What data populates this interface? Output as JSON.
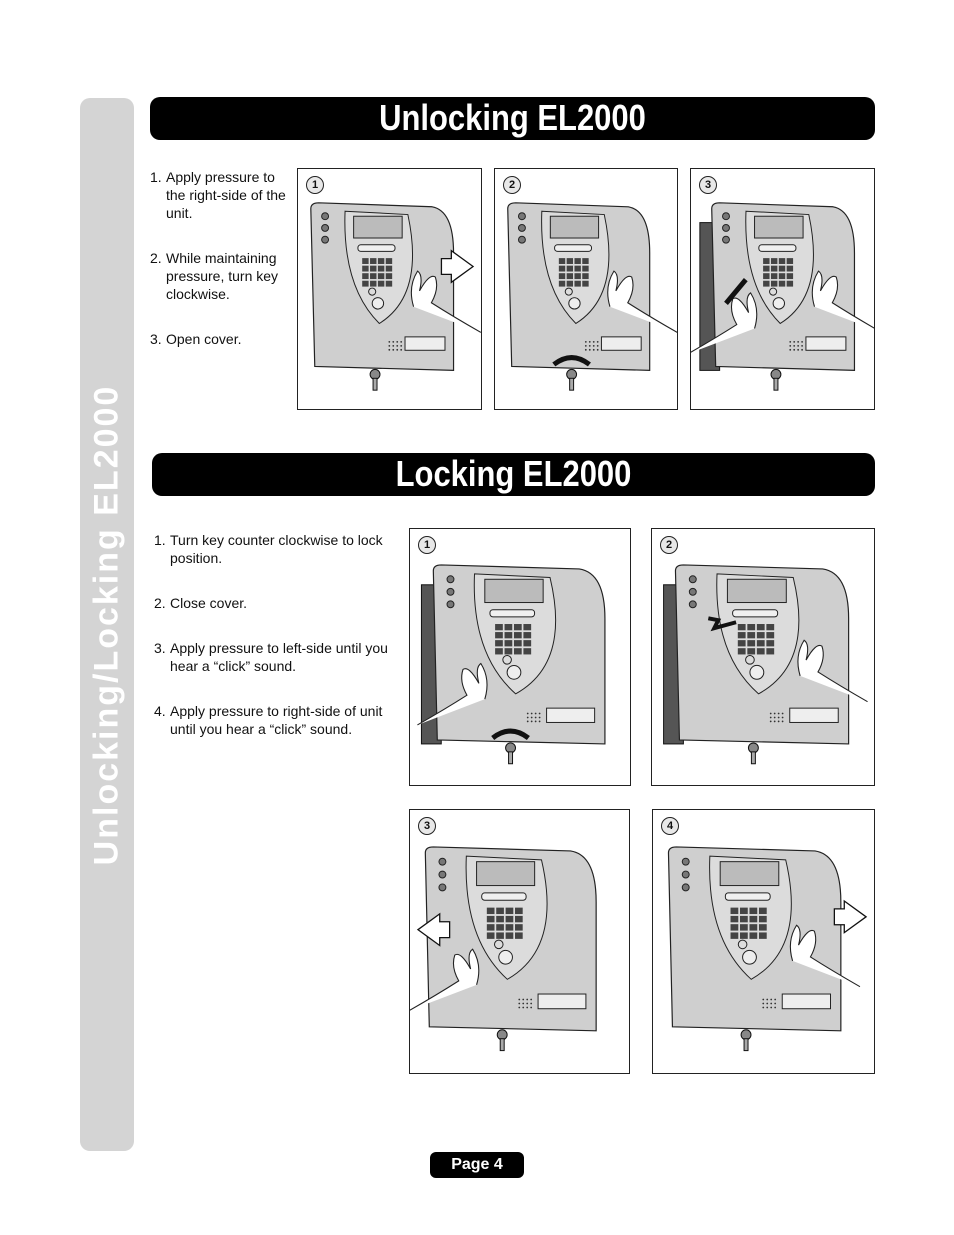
{
  "side_tab": {
    "text": "Unlocking/Locking EL2000"
  },
  "unlocking": {
    "title": "Unlocking EL2000",
    "steps": [
      {
        "num": "1.",
        "text": "Apply pressure to the right-side of the unit."
      },
      {
        "num": "2.",
        "text": "While maintaining pressure, turn key clockwise."
      },
      {
        "num": "3.",
        "text": "Open cover."
      }
    ],
    "figures": [
      {
        "badge": "1"
      },
      {
        "badge": "2"
      },
      {
        "badge": "3"
      }
    ]
  },
  "locking": {
    "title": "Locking EL2000",
    "steps": [
      {
        "num": "1.",
        "text": "Turn key counter clockwise to lock position."
      },
      {
        "num": "2.",
        "text": "Close cover."
      },
      {
        "num": "3.",
        "text": "Apply pressure to left-side until you hear a “click” sound."
      },
      {
        "num": "4.",
        "text": "Apply pressure to right-side of unit until you hear a “click” sound."
      }
    ],
    "figures": [
      {
        "badge": "1"
      },
      {
        "badge": "2"
      },
      {
        "badge": "3"
      },
      {
        "badge": "4"
      }
    ]
  },
  "footer": {
    "page_label": "Page 4"
  },
  "colors": {
    "banner": "#000000",
    "side_tab": "#d4d4d4",
    "device_fill": "#cfcfcf"
  }
}
